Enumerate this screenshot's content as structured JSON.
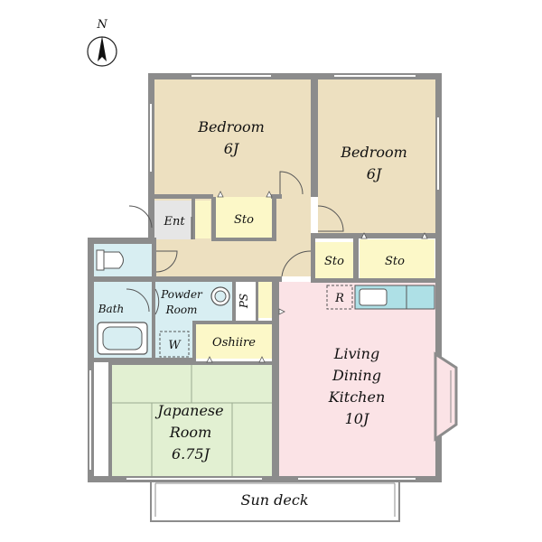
{
  "compass": {
    "north_label": "N"
  },
  "colors": {
    "wall": "#8c8c8c",
    "bedroom": "#ede0c0",
    "hall": "#ede0c0",
    "storage": "#fcf8c8",
    "wet": "#d8eef2",
    "entry": "#e6e6e6",
    "japanese": "#e2f0d2",
    "living": "#fbe3e6",
    "deck": "#ffffff",
    "kitchen_fixture": "#aee0e6"
  },
  "rooms": {
    "bedroom_north": {
      "name": "Bedroom",
      "size": "6J"
    },
    "bedroom_east": {
      "name": "Bedroom",
      "size": "6J"
    },
    "entrance": {
      "name": "Ent"
    },
    "storage_top": {
      "name": "Sto"
    },
    "storage_mid": {
      "name": "Sto"
    },
    "storage_right": {
      "name": "Sto"
    },
    "powder_room": {
      "line1": "Powder",
      "line2": "Room"
    },
    "pipe_space": {
      "name": "PS"
    },
    "bath": {
      "name": "Bath"
    },
    "washer": {
      "name": "W"
    },
    "oshiire": {
      "name": "Oshiire"
    },
    "refrigerator": {
      "name": "R"
    },
    "japanese_room": {
      "line1": "Japanese",
      "line2": "Room",
      "size": "6.75J"
    },
    "ldk": {
      "line1": "Living",
      "line2": "Dining",
      "line3": "Kitchen",
      "size": "10J"
    },
    "sun_deck": {
      "name": "Sun deck"
    }
  }
}
